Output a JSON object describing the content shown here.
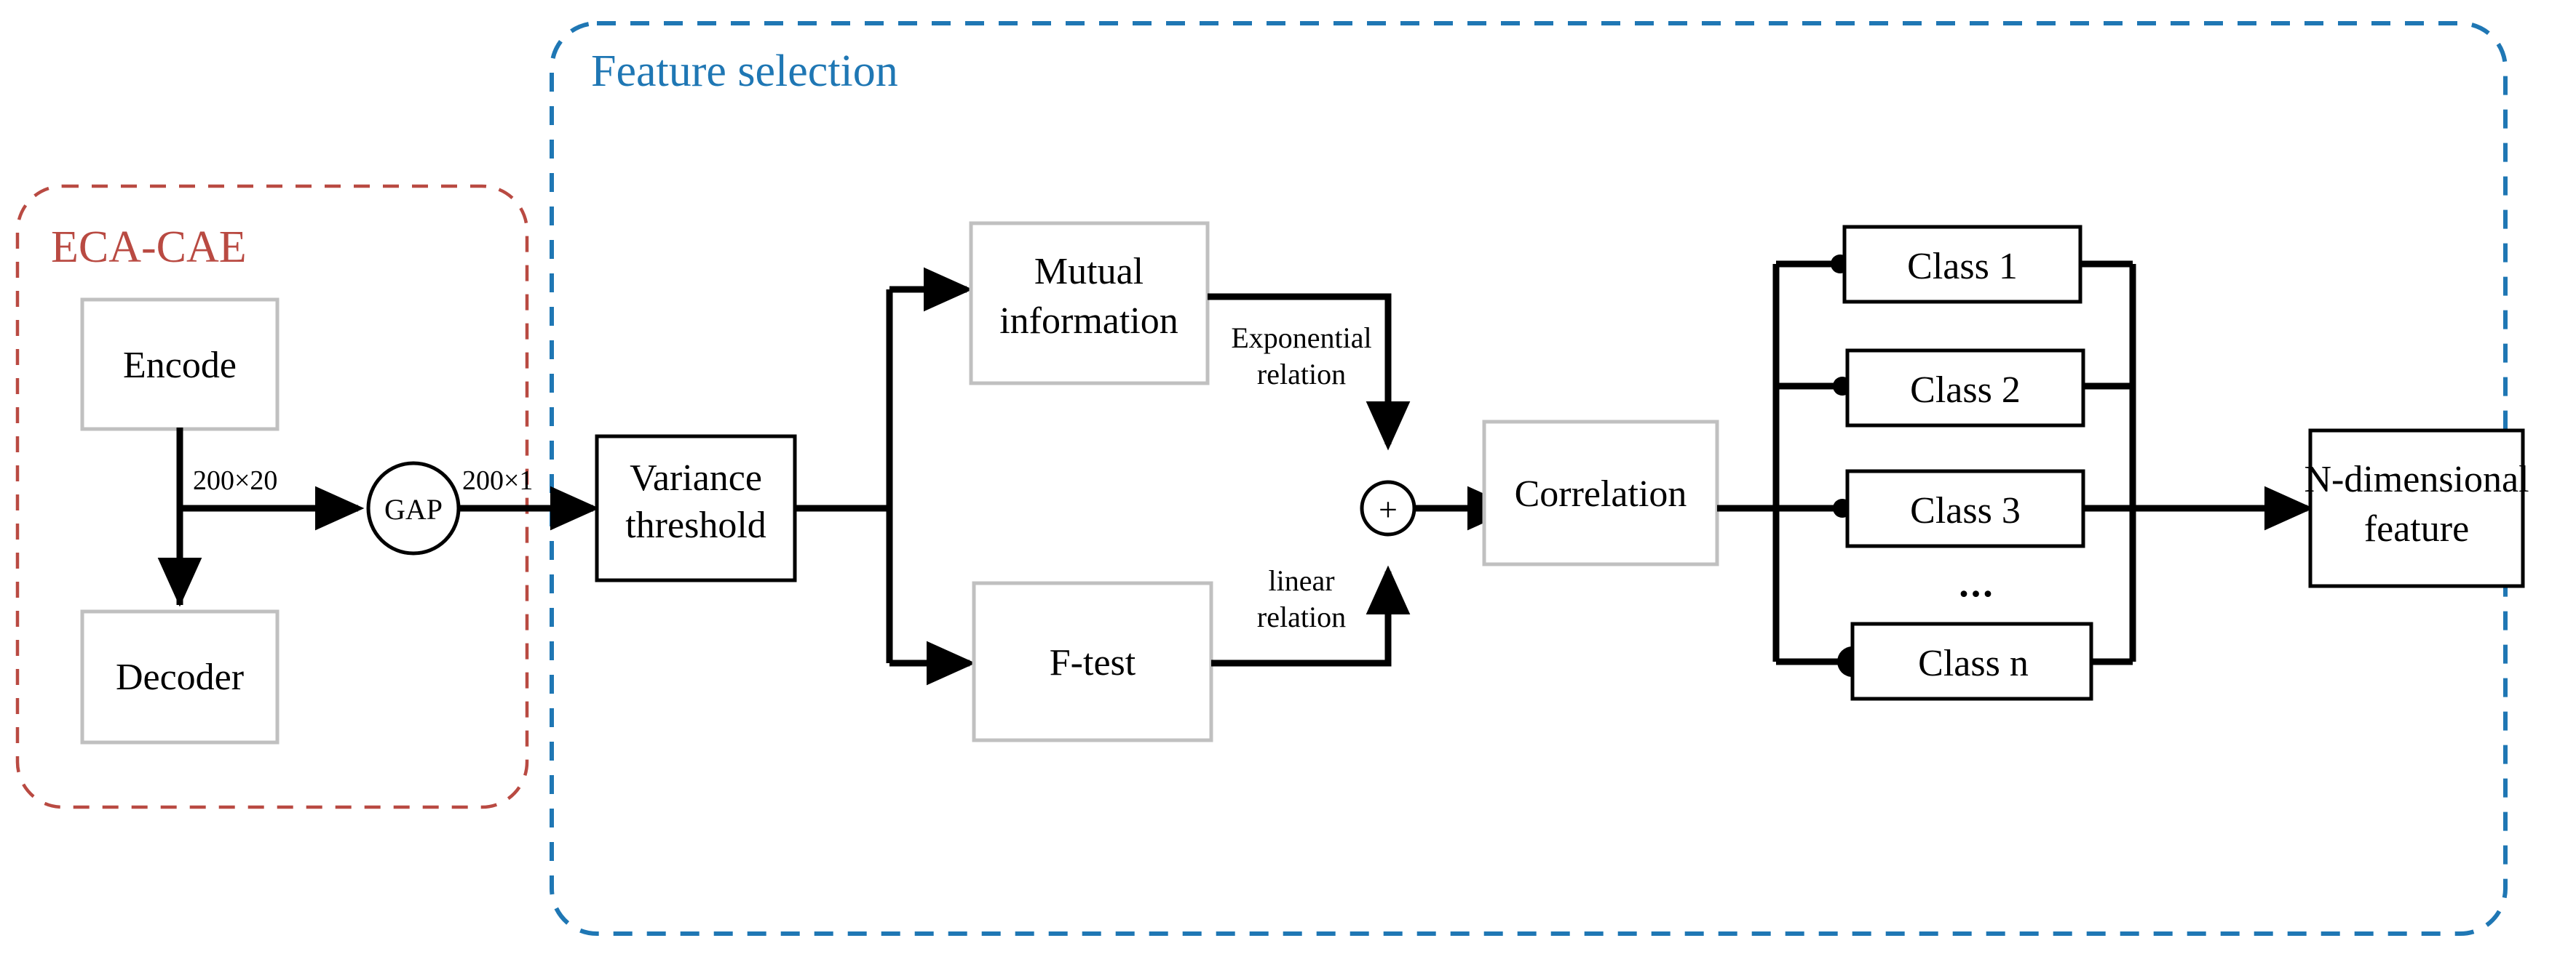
{
  "figure": {
    "type": "flow-diagram",
    "background": "#ffffff"
  },
  "groups": [
    {
      "id": "eca-cae",
      "label": "ECA-CAE",
      "border_color": "#b94a42",
      "label_color": "#b94a42",
      "style": "dashed-rounded"
    },
    {
      "id": "feature-selection",
      "label": "Feature selection",
      "border_color": "#1f77b4",
      "label_color": "#1f77b4",
      "style": "dashed-rounded"
    }
  ],
  "nodes": {
    "encode": {
      "label": "Encode",
      "border": "#c0c0c0"
    },
    "decoder": {
      "label": "Decoder",
      "border": "#c0c0c0"
    },
    "gap": {
      "label": "GAP",
      "shape": "ellipse",
      "border": "#000000"
    },
    "variance_threshold": {
      "label_line1": "Variance",
      "label_line2": "threshold",
      "border": "#000000"
    },
    "mutual_information": {
      "label_line1": "Mutual",
      "label_line2": "information",
      "border": "#c0c0c0"
    },
    "f_test": {
      "label": "F-test",
      "border": "#c0c0c0"
    },
    "sum": {
      "label": "+",
      "shape": "circle",
      "border": "#000000"
    },
    "correlation": {
      "label": "Correlation",
      "border": "#c0c0c0"
    },
    "n_dimensional_feature": {
      "label_line1": "N-dimensional",
      "label_line2": "feature",
      "border": "#000000"
    },
    "ellipsis": {
      "label": "..."
    }
  },
  "classes": [
    {
      "label": "Class 1"
    },
    {
      "label": "Class 2"
    },
    {
      "label": "Class 3"
    },
    {
      "label": "Class n"
    }
  ],
  "edge_labels": {
    "encode_to_gap": "200×20",
    "gap_to_variance": "200×1",
    "mi_to_sum": {
      "line1": "Exponential",
      "line2": "relation"
    },
    "ftest_to_sum": {
      "line1": "linear",
      "line2": "relation"
    }
  }
}
